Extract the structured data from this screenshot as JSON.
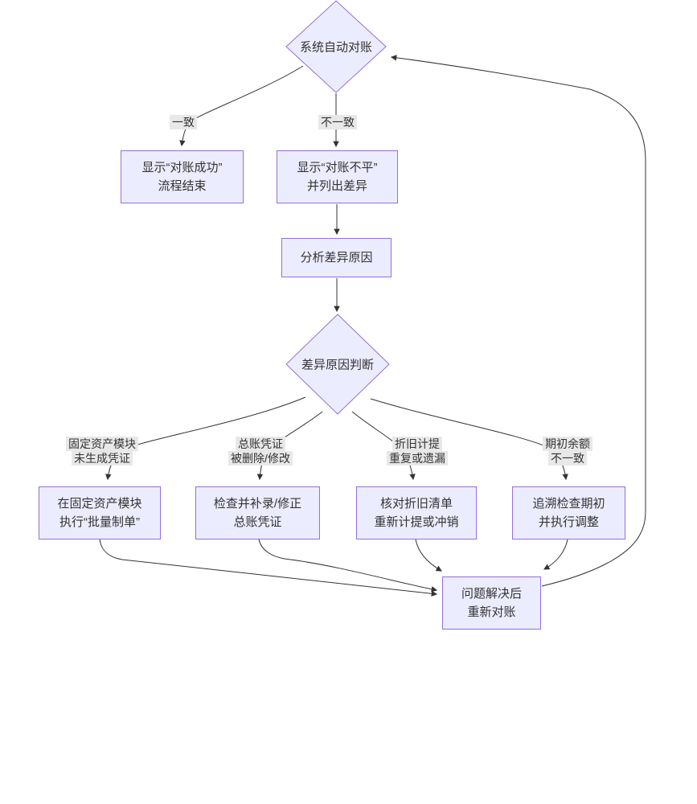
{
  "colors": {
    "node_fill": "#ECECFF",
    "node_border": "#9370DB",
    "edge_color": "#333333",
    "label_bg": "#e8e8e8",
    "text_color": "#333333"
  },
  "nodes": {
    "decision_auto_reconcile": {
      "label": "系统自动对账"
    },
    "box_success": {
      "line1": "显示“对账成功”",
      "line2": "流程结束"
    },
    "box_unbalanced": {
      "line1": "显示“对账不平”",
      "line2": "并列出差异"
    },
    "box_analyze": {
      "label": "分析差异原因"
    },
    "decision_cause": {
      "label": "差异原因判断"
    },
    "box_fixed_asset_fix": {
      "line1": "在固定资产模块",
      "line2": "执行“批量制单”"
    },
    "box_gl_voucher_fix": {
      "line1": "检查并补录/修正",
      "line2": "总账凭证"
    },
    "box_depreciation_fix": {
      "line1": "核对折旧清单",
      "line2": "重新计提或冲销"
    },
    "box_opening_balance_fix": {
      "line1": "追溯检查期初",
      "line2": "并执行调整"
    },
    "box_redo": {
      "line1": "问题解决后",
      "line2": "重新对账"
    }
  },
  "edge_labels": {
    "match": "一致",
    "mismatch": "不一致",
    "cause_fixed_asset": {
      "line1": "固定资产模块",
      "line2": "未生成凭证"
    },
    "cause_gl_voucher": {
      "line1": "总账凭证",
      "line2": "被删除/修改"
    },
    "cause_depreciation": {
      "line1": "折旧计提",
      "line2": "重复或遗漏"
    },
    "cause_opening_balance": {
      "line1": "期初余额",
      "line2": "不一致"
    }
  },
  "edges": [
    {
      "from": "decision_auto_reconcile",
      "to": "box_success",
      "label": "一致"
    },
    {
      "from": "decision_auto_reconcile",
      "to": "box_unbalanced",
      "label": "不一致"
    },
    {
      "from": "box_unbalanced",
      "to": "box_analyze",
      "label": ""
    },
    {
      "from": "box_analyze",
      "to": "decision_cause",
      "label": ""
    },
    {
      "from": "decision_cause",
      "to": "box_fixed_asset_fix",
      "label": "固定资产模块 未生成凭证"
    },
    {
      "from": "decision_cause",
      "to": "box_gl_voucher_fix",
      "label": "总账凭证 被删除/修改"
    },
    {
      "from": "decision_cause",
      "to": "box_depreciation_fix",
      "label": "折旧计提 重复或遗漏"
    },
    {
      "from": "decision_cause",
      "to": "box_opening_balance_fix",
      "label": "期初余额 不一致"
    },
    {
      "from": "box_fixed_asset_fix",
      "to": "box_redo",
      "label": ""
    },
    {
      "from": "box_gl_voucher_fix",
      "to": "box_redo",
      "label": ""
    },
    {
      "from": "box_depreciation_fix",
      "to": "box_redo",
      "label": ""
    },
    {
      "from": "box_opening_balance_fix",
      "to": "box_redo",
      "label": ""
    },
    {
      "from": "box_redo",
      "to": "decision_auto_reconcile",
      "label": ""
    }
  ]
}
